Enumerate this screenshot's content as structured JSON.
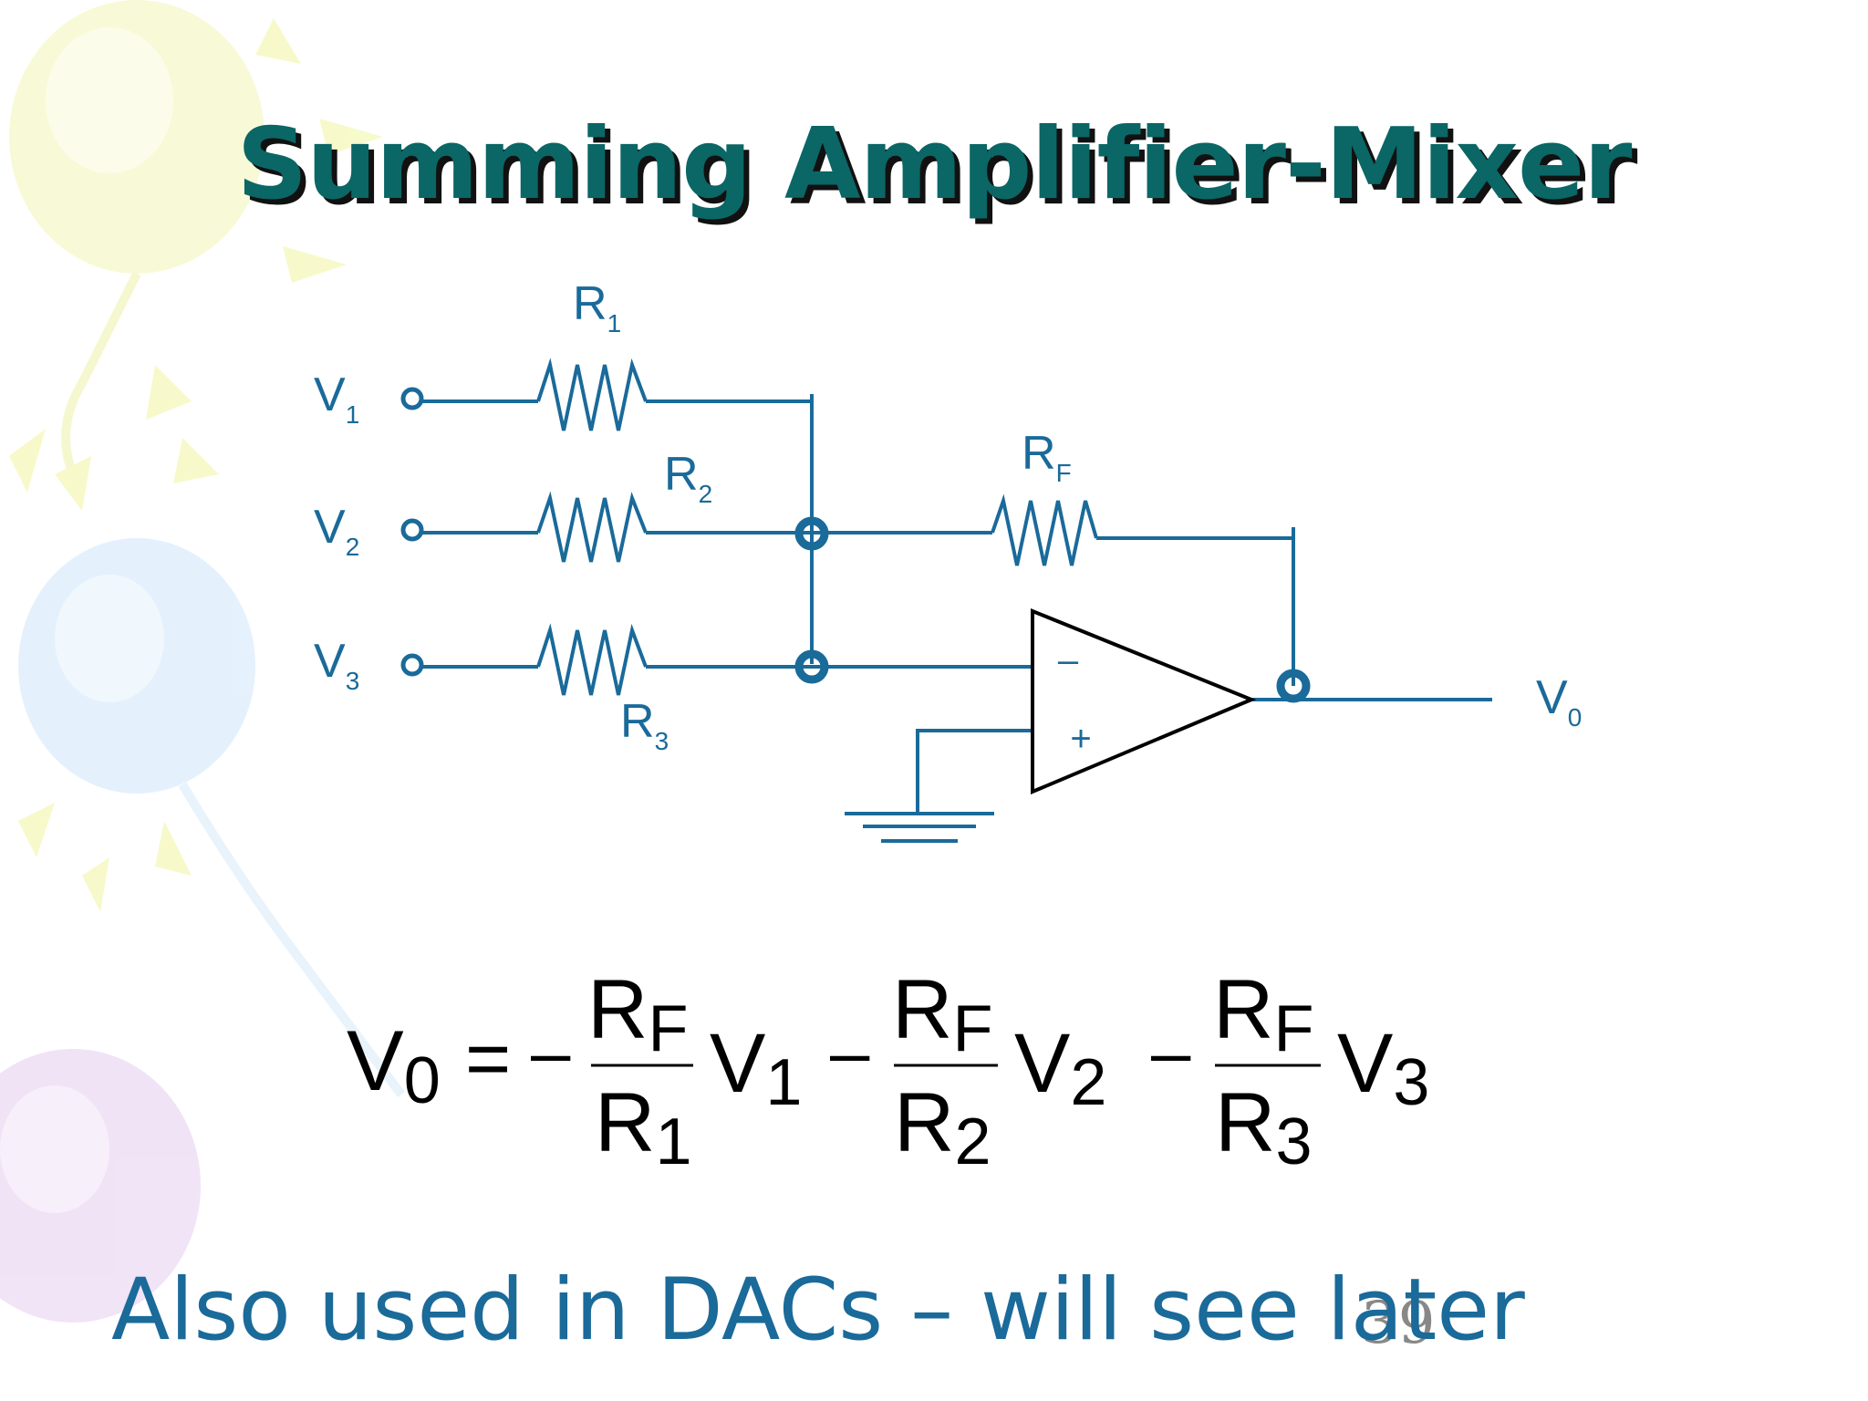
{
  "slide": {
    "title": "Summing Amplifier-Mixer",
    "footer_text": "Also used in DACs – will see later",
    "page_number": "39"
  },
  "circuit": {
    "inputs": [
      {
        "label": "V",
        "sub": "1"
      },
      {
        "label": "V",
        "sub": "2"
      },
      {
        "label": "V",
        "sub": "3"
      }
    ],
    "resistors": [
      {
        "label": "R",
        "sub": "1"
      },
      {
        "label": "R",
        "sub": "2"
      },
      {
        "label": "R",
        "sub": "3"
      },
      {
        "label": "R",
        "sub": "F"
      }
    ],
    "output": {
      "label": "V",
      "sub": "0"
    },
    "opamp": {
      "inverting": "–",
      "noninverting": "+"
    }
  },
  "formula": {
    "lhs": {
      "label": "V",
      "sub": "0"
    },
    "equals": "=",
    "terms": [
      {
        "sign": "–",
        "num": "R",
        "num_sub": "F",
        "den": "R",
        "den_sub": "1",
        "var": "V",
        "var_sub": "1"
      },
      {
        "sign": "–",
        "num": "R",
        "num_sub": "F",
        "den": "R",
        "den_sub": "2",
        "var": "V",
        "var_sub": "2"
      },
      {
        "sign": "–",
        "num": "R",
        "num_sub": "F",
        "den": "R",
        "den_sub": "3",
        "var": "V",
        "var_sub": "3"
      }
    ]
  },
  "colors": {
    "title": "#0b6666",
    "title_shadow": "#111111",
    "circuit": "#1a6a9a",
    "opamp": "#000000",
    "formula": "#000000",
    "footer": "#1a6a9a"
  }
}
